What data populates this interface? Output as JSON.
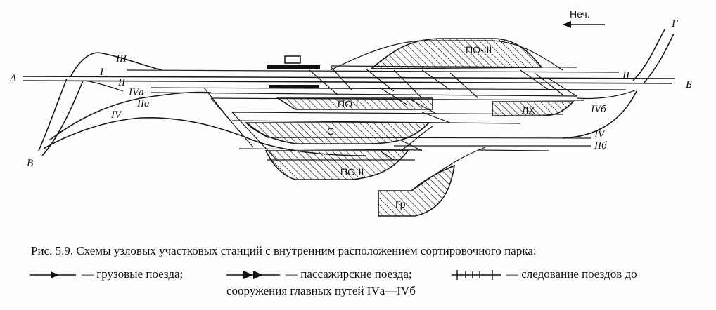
{
  "direction_label": "Неч.",
  "endpoints": {
    "a": "А",
    "b": "Б",
    "v": "В",
    "g": "Г"
  },
  "track_labels": {
    "i": "I",
    "ii_left": "II",
    "ii_right": "II",
    "iii": "III",
    "iva": "IVа",
    "iia": "IIа",
    "iv_left": "IV",
    "iv_right": "IV",
    "ivb": "IVб",
    "iib": "IIб"
  },
  "areas": {
    "po3": "ПО-III",
    "po1": "ПО-I",
    "lh": "ЛХ",
    "s": "С",
    "po2": "ПО-II",
    "gr": "Гр"
  },
  "caption": {
    "line1": "Рис. 5.9. Схемы узловых участковых станций с внутренним расположением сортировочного парка:",
    "legend_freight": "— грузовые поезда;",
    "legend_passenger": "— пассажирские поезда;",
    "legend_before": "— следование поездов до",
    "line3": "сооружения главных путей  IVа—IVб"
  }
}
